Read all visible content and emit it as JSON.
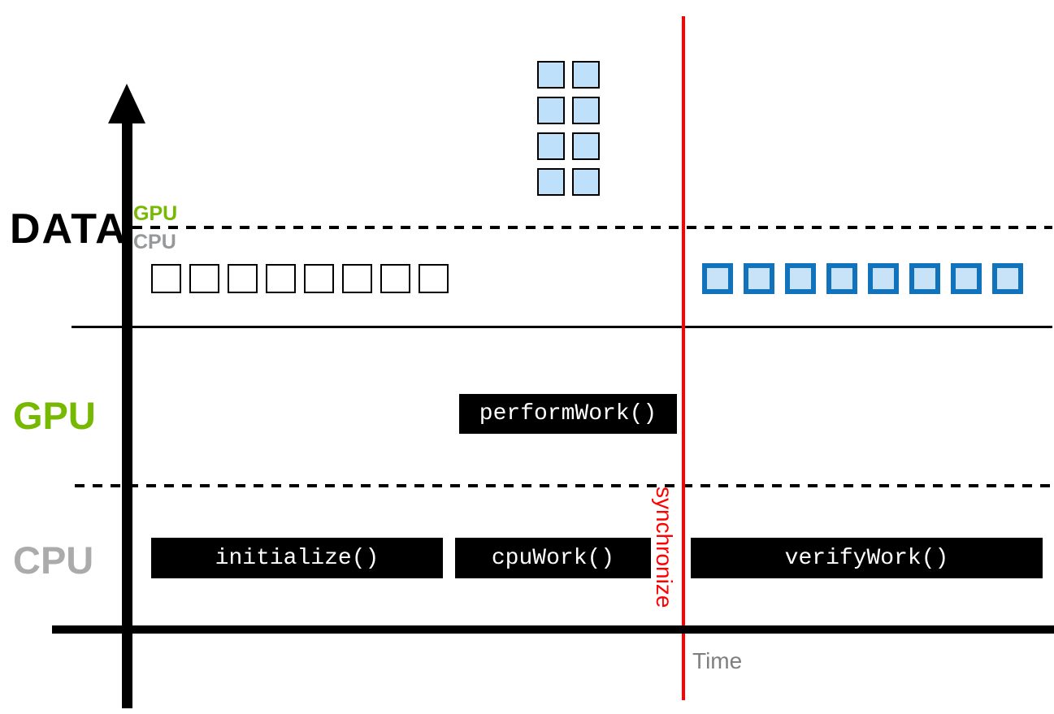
{
  "colors": {
    "nvidia_green": "#76B900",
    "gray_label": "#ABABAB",
    "sync_red": "#FF0000",
    "task_box_bg": "#000000",
    "task_box_text": "#FFFFFF",
    "chunk_blue_border": "#1173BC",
    "chunk_blue_fill": "#C8E3F8",
    "chunk_grid_fill": "#BFE0FA"
  },
  "data_lane": {
    "label": "DATA",
    "gpu_side_label": "GPU",
    "cpu_side_label": "CPU",
    "gpu_grid_chunk_count": 8,
    "cpu_empty_chunk_count": 8,
    "cpu_filled_chunk_count": 8
  },
  "gpu_lane": {
    "label": "GPU",
    "tasks": [
      {
        "name": "performWork()"
      }
    ]
  },
  "cpu_lane": {
    "label": "CPU",
    "tasks": [
      {
        "name": "initialize()"
      },
      {
        "name": "cpuWork()"
      },
      {
        "name": "verifyWork()"
      }
    ]
  },
  "sync_marker": {
    "label": "synchronize"
  },
  "time_axis": {
    "label": "Time"
  }
}
